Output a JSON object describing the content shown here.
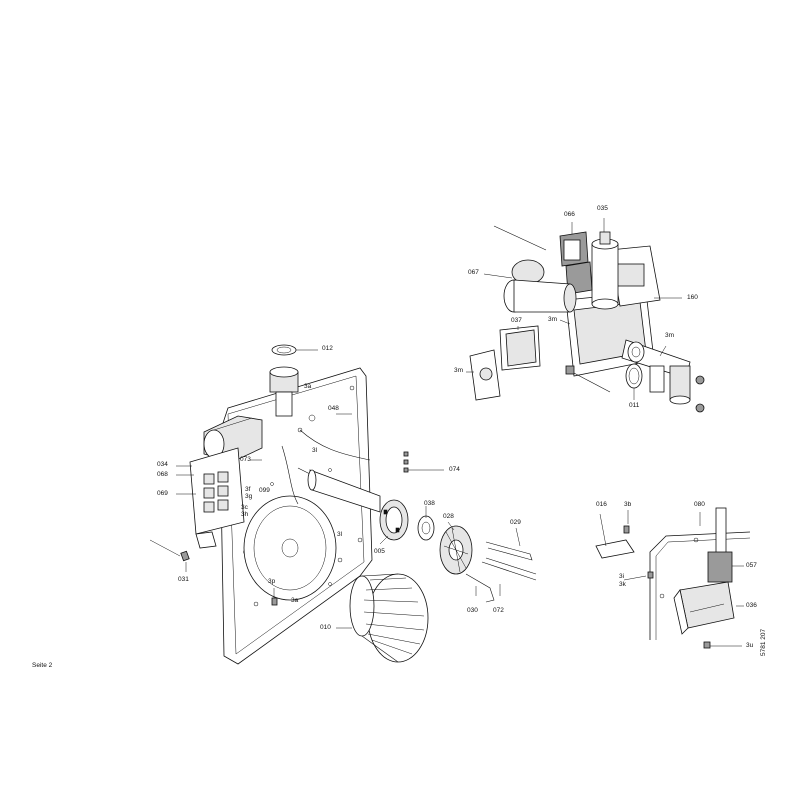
{
  "page": {
    "footer_label": "Seite 2",
    "document_number": "5781 207"
  },
  "callouts": {
    "c012": "012",
    "c3a_top": "3a",
    "c048": "048",
    "c073": "073",
    "c3l_mid": "3l",
    "c074": "074",
    "c034": "034",
    "c068": "068",
    "c069": "069",
    "c3f": "3f",
    "c3g": "3g",
    "c099": "099",
    "c3c": "3c",
    "c3h": "3h",
    "c3l_low": "3l",
    "c038": "038",
    "c028": "028",
    "c029": "029",
    "c005": "005",
    "c031": "031",
    "c3p": "3p",
    "c3a_low": "3a",
    "c030": "030",
    "c072": "072",
    "c010": "010",
    "c066": "066",
    "c035": "035",
    "c067": "067",
    "c160": "160",
    "c037": "037",
    "c3m_top": "3m",
    "c3m_right": "3m",
    "c3m_left": "3m",
    "c011": "011",
    "c016": "016",
    "c3b": "3b",
    "c080": "080",
    "c057": "057",
    "c3i": "3i",
    "c3k": "3k",
    "c036": "036",
    "c3u": "3u"
  }
}
